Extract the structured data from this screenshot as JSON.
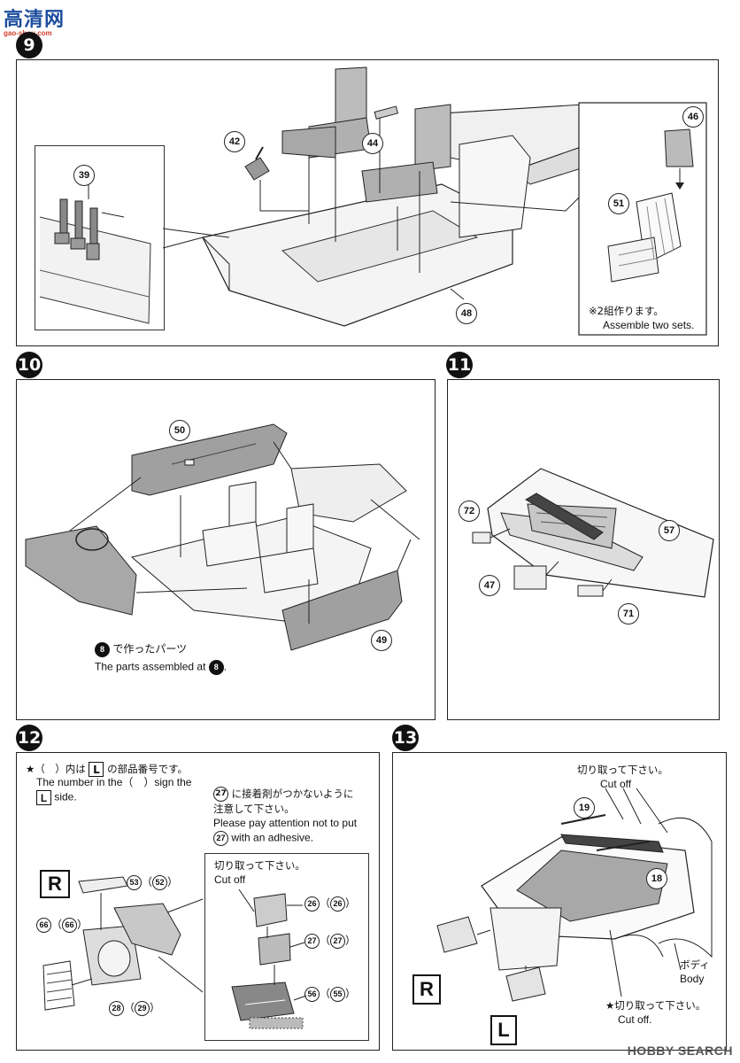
{
  "watermark": {
    "main": "高清网",
    "sub": "gao-shou.com"
  },
  "steps": [
    "9",
    "10",
    "11",
    "12",
    "13"
  ],
  "step9": {
    "parts": [
      "39",
      "42",
      "44",
      "46",
      "51",
      "48"
    ],
    "note_jp": "※2組作ります。",
    "note_en": "Assemble two sets."
  },
  "step10": {
    "parts": [
      "50",
      "49"
    ],
    "ref_step": "8",
    "note_jp": "で作ったパーツ",
    "note_en": "The parts assembled at"
  },
  "step11": {
    "parts": [
      "72",
      "57",
      "47",
      "71"
    ]
  },
  "step12": {
    "star_jp_a": "★（　）内は",
    "star_box": "L",
    "star_jp_b": "の部品番号です。",
    "star_en_a": "The number in the（　）sign the",
    "star_en_b": "side.",
    "adh_part": "27",
    "adh_jp_a": "に接着剤がつかないように",
    "adh_jp_b": "注意して下さい。",
    "adh_en_a": "Please pay attention not to put",
    "adh_en_b": "with an adhesive.",
    "side": "R",
    "cut_jp": "切り取って下さい。",
    "cut_en": "Cut off",
    "labels": {
      "p53": "53",
      "p52": "52",
      "p66": "66",
      "p66b": "66",
      "p28": "28",
      "p29": "29",
      "p26": "26",
      "p26b": "26",
      "p27": "27",
      "p27b": "27",
      "p56": "56",
      "p55": "55"
    }
  },
  "step13": {
    "cut_jp": "切り取って下さい。",
    "cut_en": "Cut off",
    "parts": [
      "19",
      "18"
    ],
    "body_jp": "ボディ",
    "body_en": "Body",
    "side_r": "R",
    "side_l": "L",
    "star_cut_jp": "★切り取って下さい。",
    "star_cut_en": "Cut off."
  },
  "footer": {
    "brand": "HOBBY SEARCH"
  }
}
